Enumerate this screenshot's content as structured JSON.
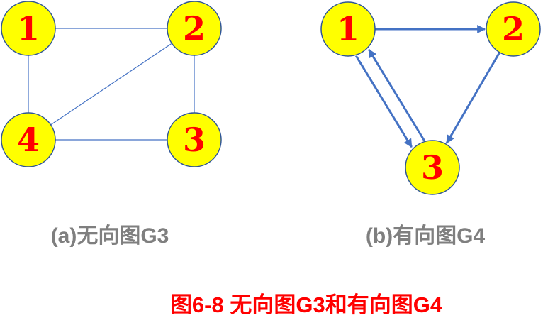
{
  "graph_a": {
    "caption": "(a)无向图G3",
    "nodes": [
      {
        "id": "1",
        "label": "1"
      },
      {
        "id": "2",
        "label": "2"
      },
      {
        "id": "3",
        "label": "3"
      },
      {
        "id": "4",
        "label": "4"
      }
    ],
    "edges": [
      {
        "from": "1",
        "to": "2",
        "directed": false
      },
      {
        "from": "1",
        "to": "4",
        "directed": false
      },
      {
        "from": "2",
        "to": "4",
        "directed": false
      },
      {
        "from": "2",
        "to": "3",
        "directed": false
      },
      {
        "from": "4",
        "to": "3",
        "directed": false
      }
    ]
  },
  "graph_b": {
    "caption": "(b)有向图G4",
    "nodes": [
      {
        "id": "1",
        "label": "1"
      },
      {
        "id": "2",
        "label": "2"
      },
      {
        "id": "3",
        "label": "3"
      }
    ],
    "edges": [
      {
        "from": "1",
        "to": "2",
        "directed": true
      },
      {
        "from": "2",
        "to": "3",
        "directed": true
      },
      {
        "from": "1",
        "to": "3",
        "directed": true
      },
      {
        "from": "3",
        "to": "1",
        "directed": true
      }
    ]
  },
  "figure_caption": "图6-8 无向图G3和有向图G4",
  "colors": {
    "node_fill": "#ffff00",
    "node_stroke": "#2f5597",
    "node_label": "#ff0000",
    "edge": "#4472c4",
    "sub_caption": "#7f7f7f",
    "figure_caption": "#ff0000"
  }
}
